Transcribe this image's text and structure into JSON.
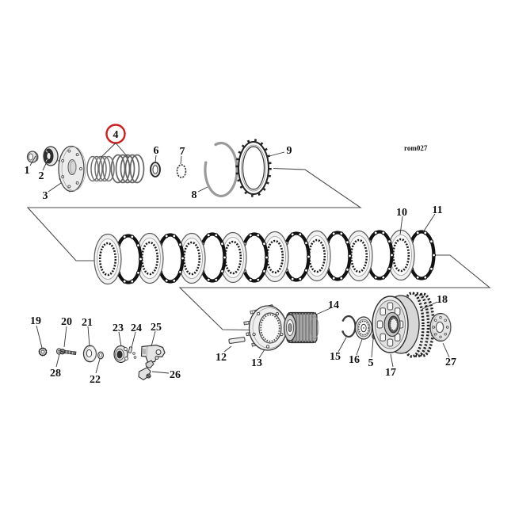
{
  "diagram": {
    "watermark": "rom027",
    "highlight_color": "#cc1f1f",
    "highlighted_callout": "4",
    "plate_stack": {
      "friction_plate_count": 8,
      "steel_plate_count": 8
    },
    "callouts": {
      "1": "1",
      "2": "2",
      "3": "3",
      "4": "4",
      "5": "5",
      "6": "6",
      "7": "7",
      "8": "8",
      "9": "9",
      "10": "10",
      "11": "11",
      "12": "12",
      "13": "13",
      "14": "14",
      "15": "15",
      "16": "16",
      "17": "17",
      "18": "18",
      "19": "19",
      "20": "20",
      "21": "21",
      "22": "22",
      "23": "23",
      "24": "24",
      "25": "25",
      "26": "26",
      "27": "27",
      "28": "28"
    }
  }
}
